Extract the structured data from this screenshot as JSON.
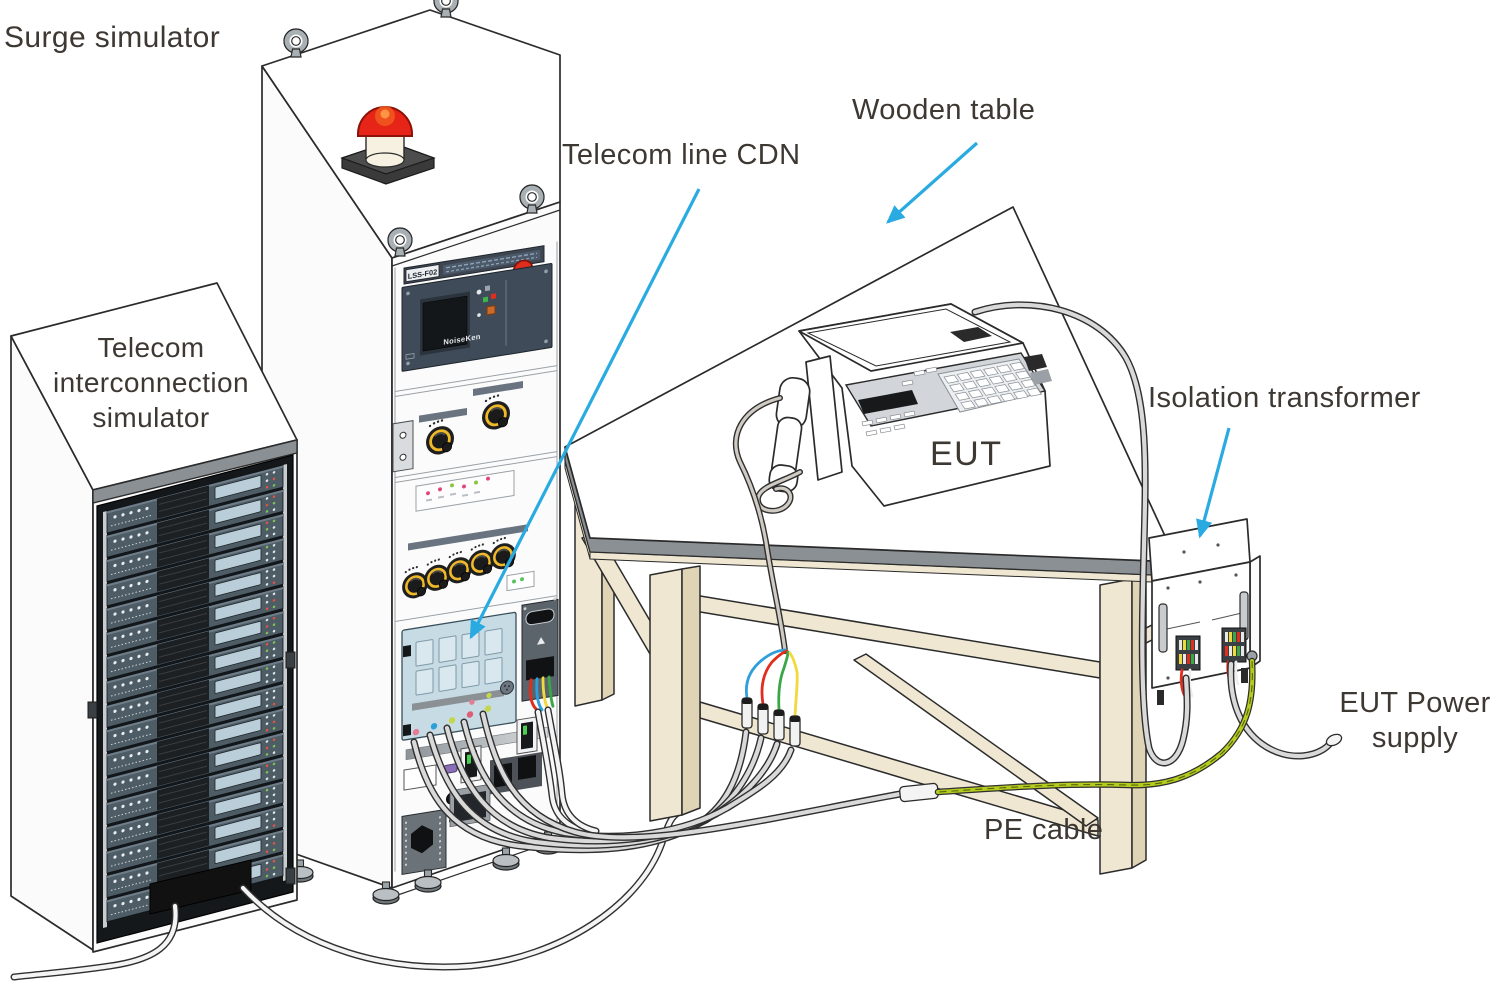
{
  "labels": {
    "surge_simulator": "Surge simulator",
    "telecom_sim_line1": "Telecom",
    "telecom_sim_line2": "interconnection",
    "telecom_sim_line3": "simulator",
    "telecom_line_cdn": "Telecom line CDN",
    "wooden_table": "Wooden table",
    "eut": "EUT",
    "isolation_transformer": "Isolation transformer",
    "eut_power_line1": "EUT Power",
    "eut_power_line2": "supply",
    "pe_cable": "PE cable"
  },
  "equipment": {
    "surge_simulator_model": "LSS-F02",
    "surge_simulator_brand": "NoiseKen"
  },
  "telecom_rack": {
    "unit_count": 17
  },
  "cdn_panel": {
    "slot_rows": 2,
    "slot_cols": 4
  },
  "eut_keypad": {
    "rows": 4,
    "cols": 6
  },
  "colors": {
    "arrow": "#29abe2",
    "label_text": "#3e3833",
    "beacon_red": "#e62417",
    "emergency_button_red": "#e02d1d",
    "panel_navy": "#3f4b59",
    "rack_unit_slate": "#4e5c66",
    "rack_display_blue": "#b9ced8",
    "cdn_panel_blue": "#c7dbe5",
    "knob_ring_yellow": "#f0b929",
    "table_wood_beige": "#efe7d2",
    "table_edge_gray": "#8a9094",
    "pe_cable_green": "#b5cc1e",
    "wire_blue": "#2f9fd9",
    "wire_red": "#e02d1d",
    "wire_green": "#3aa648",
    "wire_yellow": "#f0d93c"
  }
}
